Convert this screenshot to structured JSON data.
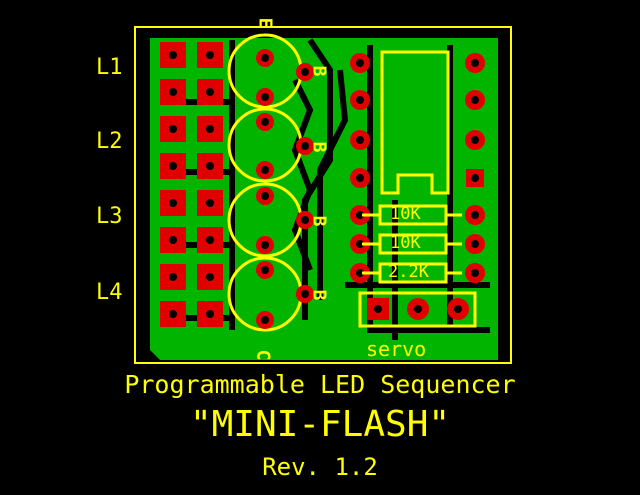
{
  "title": "Programmable LED Sequencer",
  "name": "\"MINI-FLASH\"",
  "revision": "Rev. 1.2",
  "led_labels": [
    "L1",
    "L2",
    "L3",
    "L4"
  ],
  "servo_label": "servo",
  "resistors": [
    "10K",
    "10K",
    "2.2K"
  ],
  "transistor_pins": {
    "emitter": "E",
    "base": "B",
    "collector": "C"
  },
  "colors": {
    "background": "#000000",
    "board": "#00b400",
    "pad": "#e00000",
    "silkscreen": "#ffff00"
  }
}
